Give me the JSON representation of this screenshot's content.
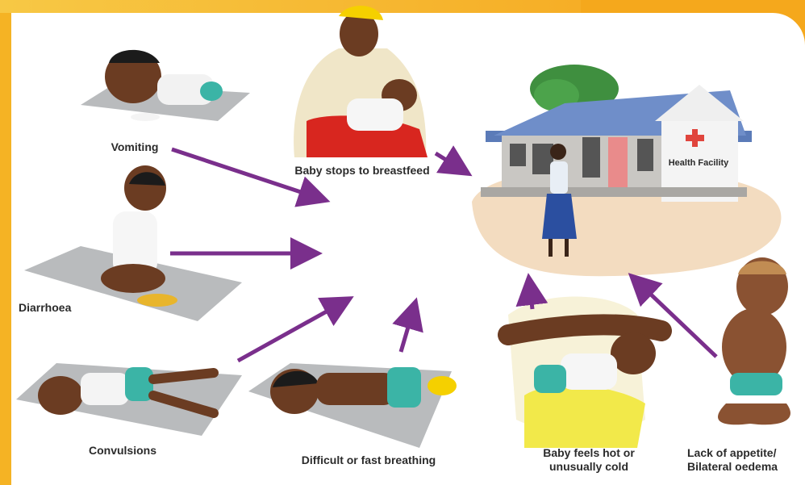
{
  "labels": {
    "vomiting": "Vomiting",
    "breastfeed": "Baby stops to breastfeed",
    "diarrhoea": "Diarrhoea",
    "convulsions": "Convulsions",
    "breathing": "Difficult or fast breathing",
    "hot_cold_line1": "Baby feels hot or",
    "hot_cold_line2": "unusually cold",
    "appetite_line1": "Lack of appetite/",
    "appetite_line2": "Bilateral oedema",
    "health_facility_sign": "Health Facility"
  },
  "colors": {
    "arrow": "#7a2f8c",
    "frame": "#f5b324",
    "mat": "#b9bbbd",
    "ground": "#f3dcc0"
  }
}
